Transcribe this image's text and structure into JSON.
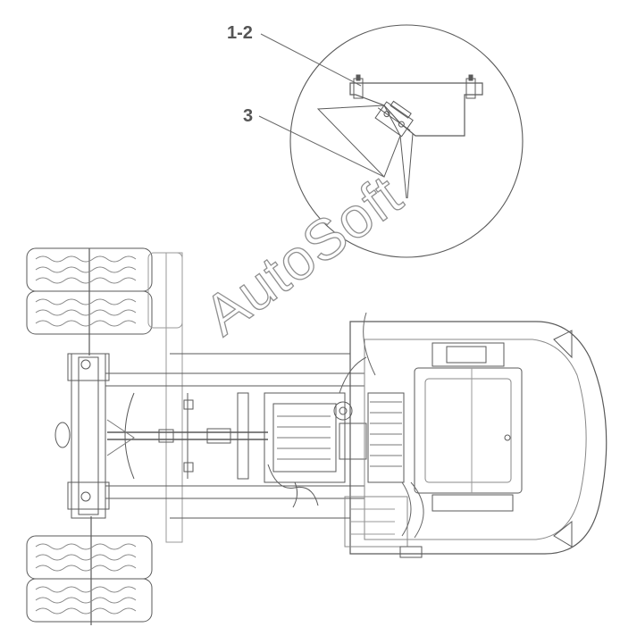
{
  "callouts": {
    "label_1_2": "1-2",
    "label_3": "3"
  },
  "watermark": {
    "text": "AutoSoft"
  },
  "colors": {
    "line": "#5a5a5a",
    "light_line": "#9a9a9a",
    "callout_text": "#555555",
    "background": "#ffffff"
  }
}
